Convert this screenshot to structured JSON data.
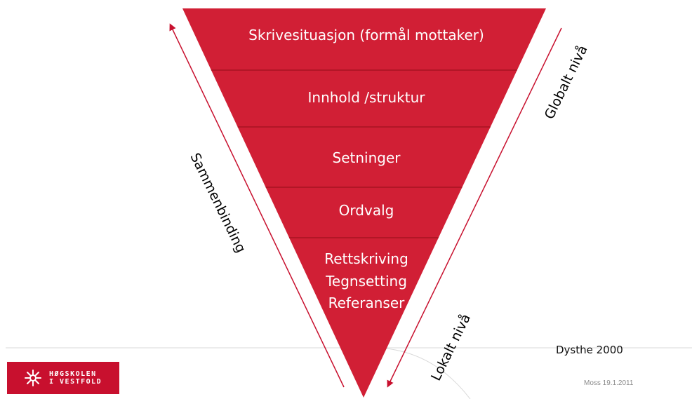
{
  "diagram": {
    "levels": [
      {
        "lines": [
          "Skrivesituasjon (formål mottaker)"
        ]
      },
      {
        "lines": [
          "Innhold /struktur"
        ]
      },
      {
        "lines": [
          "Setninger"
        ]
      },
      {
        "lines": [
          "Ordvalg"
        ]
      },
      {
        "lines": [
          "Rettskriving",
          "Tegnsetting",
          "Referanser"
        ]
      }
    ],
    "left_arrow_label": "Sammenbinding",
    "right_top_label": "Globalt nivå",
    "right_bottom_label": "Lokalt nivå"
  },
  "footer": {
    "credit": "Dysthe 2000",
    "date": "Moss 19.1.2011",
    "logo_line1": "HØGSKOLEN",
    "logo_line2": "I VESTFOLD"
  },
  "colors": {
    "triangle": "#d11f35",
    "arrow": "#c8102e",
    "logo": "#c8102e",
    "divider": "#ffffff"
  }
}
